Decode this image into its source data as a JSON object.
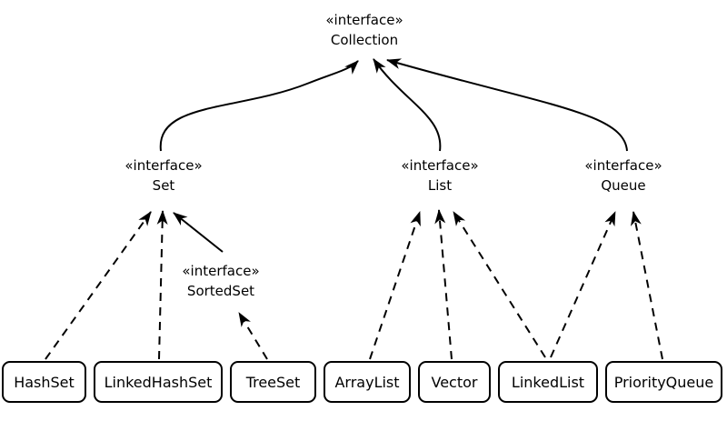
{
  "diagram": {
    "background_color": "#ffffff",
    "line_color": "#000000",
    "interfaces": {
      "collection": {
        "stereotype": "«interface»",
        "name": "Collection"
      },
      "set": {
        "stereotype": "«interface»",
        "name": "Set"
      },
      "list": {
        "stereotype": "«interface»",
        "name": "List"
      },
      "queue": {
        "stereotype": "«interface»",
        "name": "Queue"
      },
      "sortedset": {
        "stereotype": "«interface»",
        "name": "SortedSet"
      }
    },
    "classes": [
      {
        "name": "HashSet"
      },
      {
        "name": "LinkedHashSet"
      },
      {
        "name": "TreeSet"
      },
      {
        "name": "ArrayList"
      },
      {
        "name": "Vector"
      },
      {
        "name": "LinkedList"
      },
      {
        "name": "PriorityQueue"
      }
    ],
    "relationships": [
      {
        "from": "Set",
        "to": "Collection",
        "type": "extends",
        "line": "solid-curve"
      },
      {
        "from": "List",
        "to": "Collection",
        "type": "extends",
        "line": "solid-curve"
      },
      {
        "from": "Queue",
        "to": "Collection",
        "type": "extends",
        "line": "solid-curve"
      },
      {
        "from": "SortedSet",
        "to": "Set",
        "type": "extends",
        "line": "solid"
      },
      {
        "from": "HashSet",
        "to": "Set",
        "type": "implements",
        "line": "dashed"
      },
      {
        "from": "LinkedHashSet",
        "to": "Set",
        "type": "implements",
        "line": "dashed"
      },
      {
        "from": "TreeSet",
        "to": "SortedSet",
        "type": "implements",
        "line": "dashed"
      },
      {
        "from": "ArrayList",
        "to": "List",
        "type": "implements",
        "line": "dashed"
      },
      {
        "from": "Vector",
        "to": "List",
        "type": "implements",
        "line": "dashed"
      },
      {
        "from": "LinkedList",
        "to": "List",
        "type": "implements",
        "line": "dashed"
      },
      {
        "from": "LinkedList",
        "to": "Queue",
        "type": "implements",
        "line": "dashed"
      },
      {
        "from": "PriorityQueue",
        "to": "Queue",
        "type": "implements",
        "line": "dashed"
      }
    ]
  }
}
